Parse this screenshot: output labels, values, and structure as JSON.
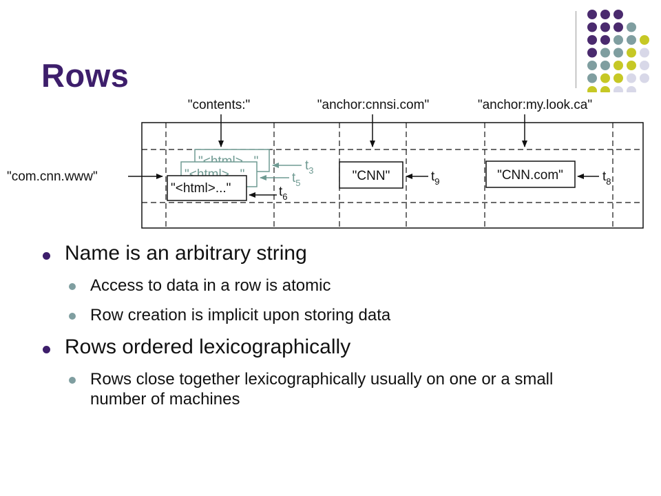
{
  "slide": {
    "title": "Rows"
  },
  "diagram": {
    "column_labels": [
      "\"contents:\"",
      "\"anchor:cnnsi.com\"",
      "\"anchor:my.look.ca\""
    ],
    "row_key": "\"com.cnn.www\"",
    "contents_versions": [
      {
        "text": "\"<html>...\"",
        "time": "t",
        "sub": "3",
        "color": "#6f9a92"
      },
      {
        "text": "\"<html>...\"",
        "time": "t",
        "sub": "5",
        "color": "#6f9a92"
      },
      {
        "text": "\"<html>...\"",
        "time": "t",
        "sub": "6",
        "color": "#111111"
      }
    ],
    "anchor1_cell": {
      "text": "\"CNN\"",
      "time": "t",
      "sub": "9"
    },
    "anchor2_cell": {
      "text": "\"CNN.com\"",
      "time": "t",
      "sub": "8"
    }
  },
  "bullets": [
    {
      "text": "Name is an arbitrary string",
      "children": [
        "Access to data in a row is atomic",
        "Row creation is implicit upon storing data"
      ]
    },
    {
      "text": "Rows ordered lexicographically",
      "children": [
        "Rows close together lexicographically usually on one or a small number of machines"
      ]
    }
  ],
  "decor": {
    "dot_colors": {
      "purple": "#4a2a6e",
      "teal": "#7f9ea0",
      "olive": "#c6c825",
      "lavender": "#d8d8e8"
    }
  }
}
